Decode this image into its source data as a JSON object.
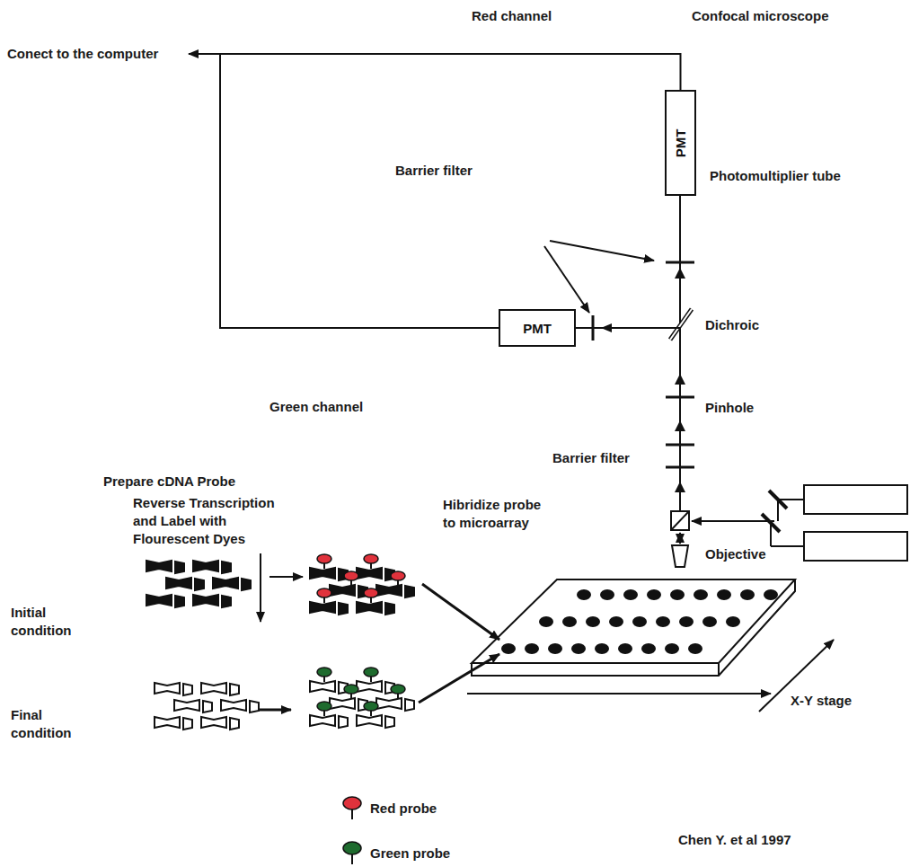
{
  "diagram": {
    "nodes": [
      {
        "text": [
          "PMT"
        ]
      },
      {
        "text": [
          "PMT"
        ]
      }
    ],
    "edges": [
      {
        "from": 0,
        "to": 1,
        "arrow": "none"
      }
    ],
    "labels": [
      "Conect to the computer",
      "Red channel",
      "Confocal microscope",
      "Photomultiplier tube",
      "Barrier filter",
      "Dichroic",
      "Green channel",
      "Pinhole",
      "Prepare cDNA Probe",
      "Reverse Transcription and Label with Flourescent Dyes",
      "Barrier filter",
      "Hibridize probe to microarray",
      "Objective",
      "Initial condition",
      "Final condition",
      "X-Y stage",
      "Chen Y. et al 1997"
    ],
    "legend": [
      {
        "text": "Red probe",
        "color": "#e0323c"
      },
      {
        "text": "Green probe",
        "color": "#1e6b2e"
      }
    ]
  }
}
